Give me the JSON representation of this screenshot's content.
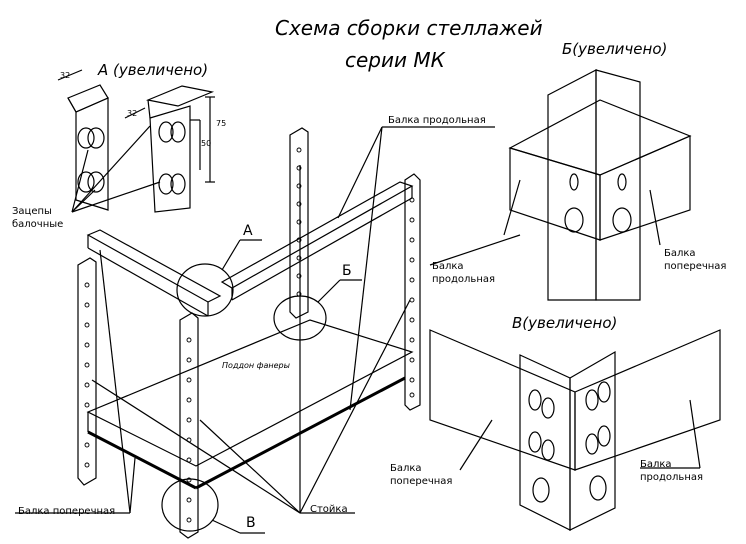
{
  "title": {
    "line1": "Схема сборки стеллажей",
    "line2": "серии МК"
  },
  "details": {
    "a": "А (увеличено)",
    "b": "Б(увеличено)",
    "v": "В(увеличено)"
  },
  "callouts": {
    "a": "А",
    "b": "Б",
    "v": "В"
  },
  "labels": {
    "beam_long_top": "Балка продольная",
    "beam_long_b": "Балка продольная",
    "beam_cross_b": "Балка поперечная",
    "hooks": "Зацепы балочные",
    "plywood": "Поддон фанеры",
    "beam_cross_left": "Балка поперечная",
    "post": "Стойка",
    "beam_cross_v": "Балка поперечная",
    "beam_long_v": "Балка продольная"
  },
  "dimensions": {
    "width_a1": "32",
    "width_a2": "32",
    "height_75": "75",
    "height_50": "50"
  },
  "colors": {
    "ink": "#000000",
    "paper": "#ffffff"
  }
}
